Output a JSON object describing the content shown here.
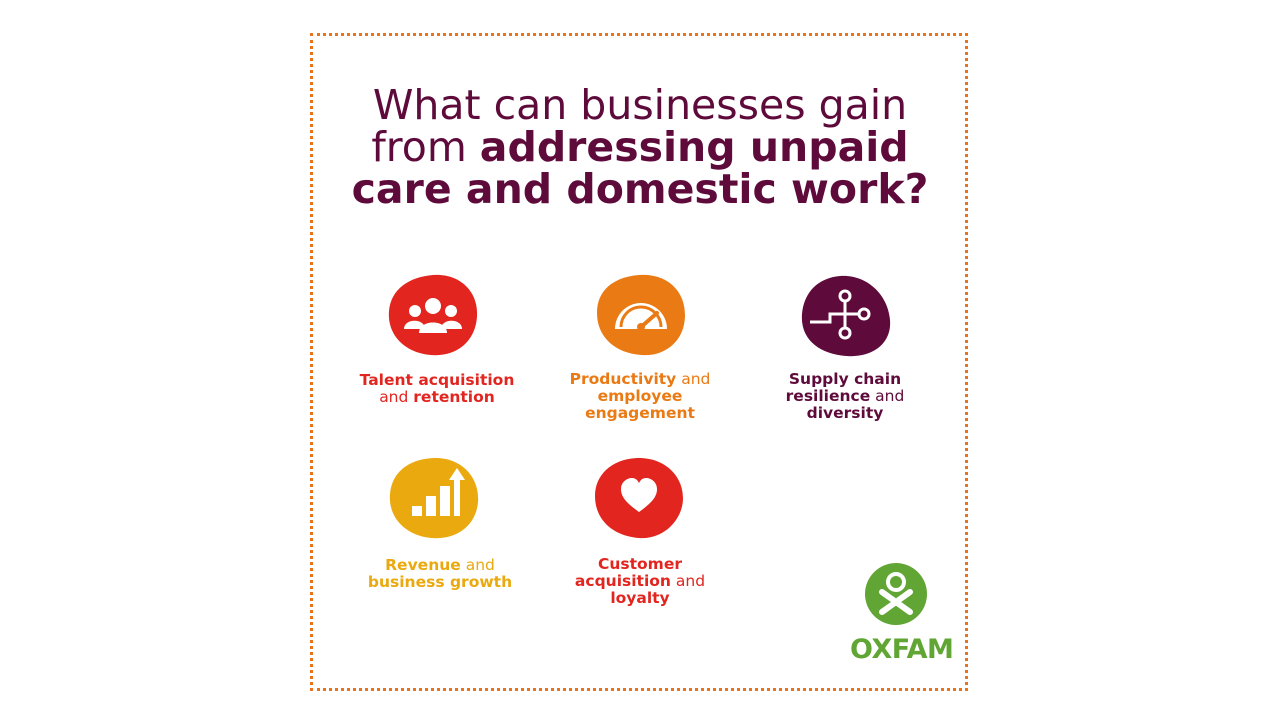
{
  "headline": {
    "line1": "What can businesses gain",
    "line2_light": "from ",
    "line2_bold": "addressing unpaid",
    "line3_bold": "care and domestic work?"
  },
  "items": [
    {
      "bold1": "Talent acquisition",
      "light2": "and ",
      "bold2": "retention",
      "color": "#e2251f",
      "icon": "people-icon"
    },
    {
      "bold1": "Productivity",
      "light1": " and",
      "bold2": "employee",
      "bold3": "engagement",
      "color": "#ea7a14",
      "icon": "gauge-icon"
    },
    {
      "bold1": "Supply chain",
      "bold2": "resilience",
      "light2": " and",
      "bold3": "diversity",
      "color": "#5e0b3b",
      "icon": "network-icon"
    },
    {
      "bold1": "Revenue",
      "light1": " and",
      "bold2": "business growth",
      "color": "#eaa90f",
      "icon": "growth-chart-icon"
    },
    {
      "bold1": "Customer",
      "bold2": "acquisition",
      "light2": " and",
      "bold3": "loyalty",
      "color": "#e2251f",
      "icon": "heart-icon"
    }
  ],
  "logo": {
    "name": "OXFAM",
    "color": "#61a534"
  },
  "colors": {
    "frame": "#e8731a",
    "headline": "#5e0b3b"
  }
}
